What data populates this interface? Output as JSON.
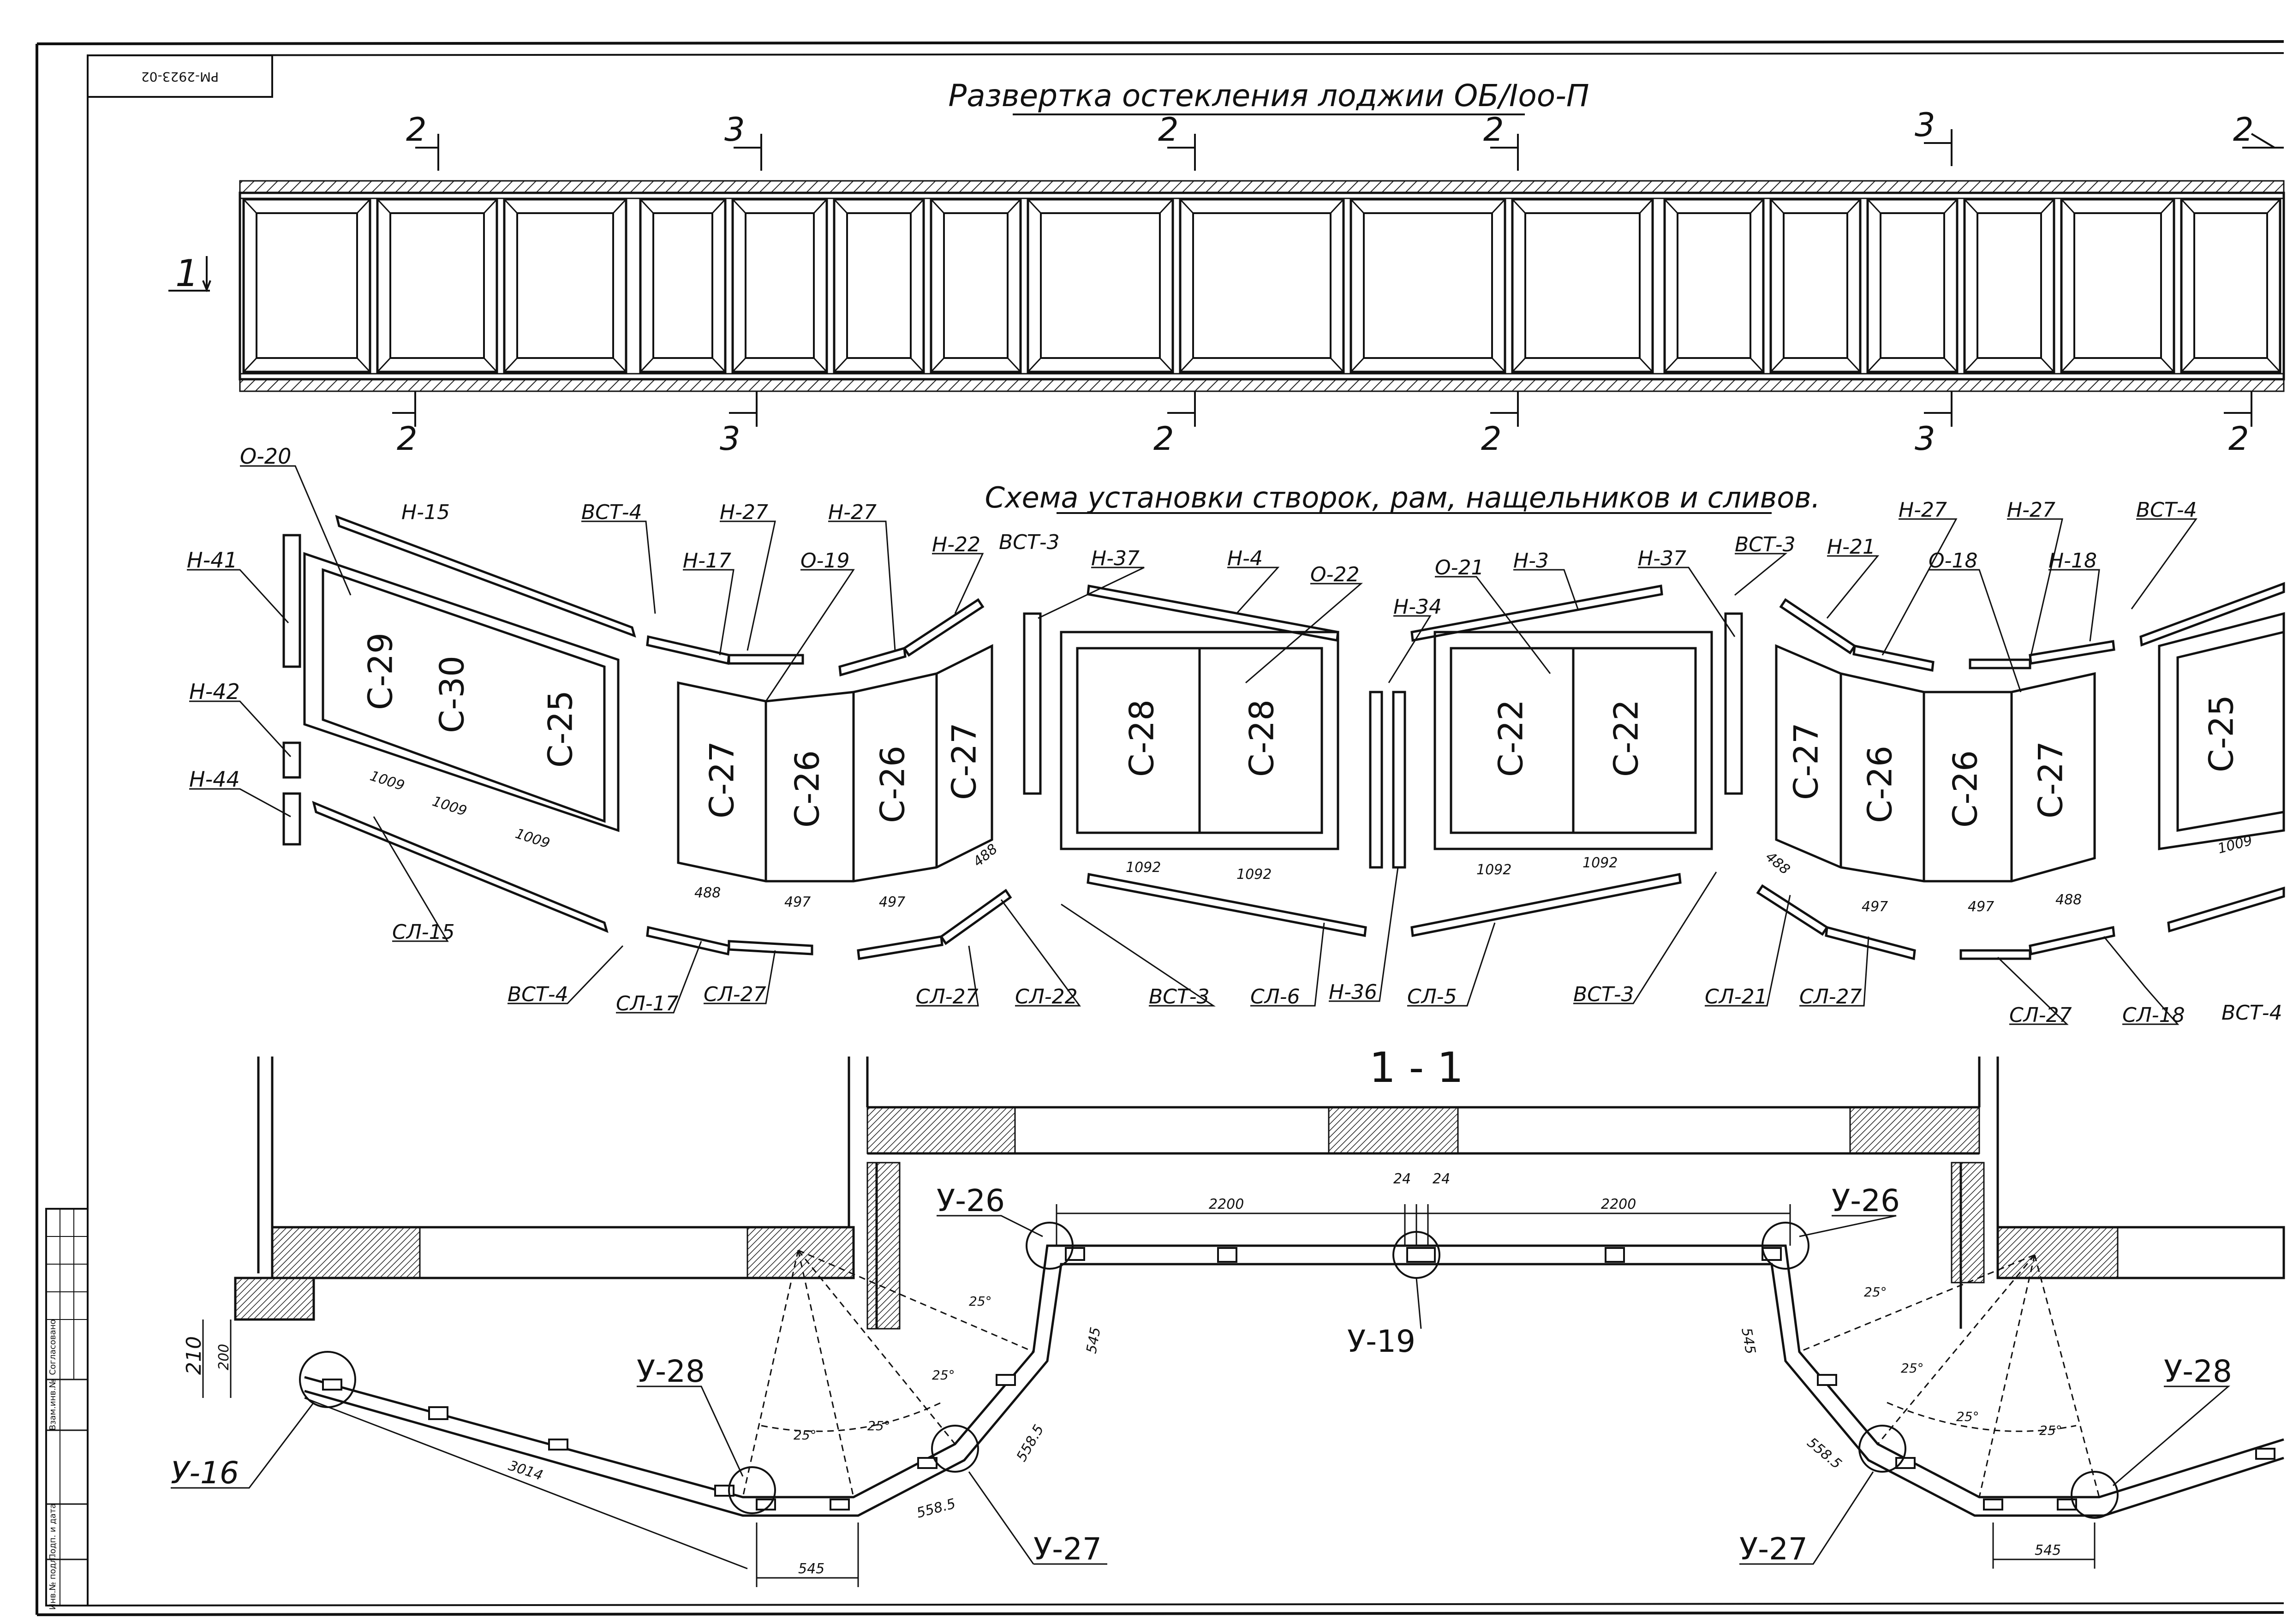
{
  "stamp": "РМ-2923-02",
  "facade": {
    "title": "Развертка остекления лоджии ОБ/Iоо-П",
    "section_main": "1",
    "marks_top": [
      "2",
      "3",
      "2",
      "2",
      "3",
      "2"
    ],
    "marks_bottom": [
      "2",
      "3",
      "2",
      "2",
      "3",
      "2"
    ]
  },
  "scheme": {
    "title": "Схема установки створок, рам, нащельников и сливов.",
    "casements_left": [
      "С-29",
      "С-30",
      "С-25"
    ],
    "casements_mid_left": [
      "С-27",
      "С-26",
      "С-26",
      "С-27"
    ],
    "casements_center_left": [
      "С-28",
      "С-28"
    ],
    "casements_center_right": [
      "С-22",
      "С-22"
    ],
    "casements_mid_right": [
      "С-27",
      "С-26",
      "С-26",
      "С-27"
    ],
    "casements_right": [
      "С-25"
    ],
    "dims_left": [
      "1009",
      "1009",
      "1009"
    ],
    "dims_mid_left": [
      "488",
      "497",
      "497",
      "488"
    ],
    "dims_center_left": [
      "1092",
      "1092"
    ],
    "dims_center_right": [
      "1092",
      "1092"
    ],
    "dims_mid_right": [
      "488",
      "497",
      "497",
      "488"
    ],
    "dim_right": "1009",
    "top_labels": [
      "Н-15",
      "ВСТ-4",
      "Н-27",
      "Н-27",
      "Н-17",
      "О-19",
      "Н-22",
      "ВСТ-3",
      "Н-37",
      "Н-4",
      "О-22",
      "Н-34",
      "О-21",
      "Н-3",
      "Н-37",
      "ВСТ-3",
      "Н-21",
      "Н-27",
      "Н-27",
      "ВСТ-4",
      "О-18",
      "Н-18"
    ],
    "left_labels": [
      "О-20",
      "Н-41",
      "Н-42",
      "Н-44"
    ],
    "bottom_labels": [
      "СЛ-15",
      "ВСТ-4",
      "СЛ-17",
      "СЛ-27",
      "СЛ-27",
      "СЛ-22",
      "ВСТ-3",
      "СЛ-6",
      "Н-36",
      "СЛ-5",
      "ВСТ-3",
      "СЛ-21",
      "СЛ-27",
      "СЛ-27",
      "СЛ-18",
      "ВСТ-4"
    ]
  },
  "section": {
    "title": "1 - 1",
    "nodes": [
      "У-26",
      "У-26",
      "У-19",
      "У-16",
      "У-28",
      "У-28",
      "У-27",
      "У-27"
    ],
    "dims": [
      "2200",
      "2200",
      "24",
      "24",
      "210",
      "200",
      "3014",
      "545",
      "558.5",
      "545",
      "558.5",
      "545",
      "558.5",
      "545"
    ],
    "angles": [
      "25°",
      "25°",
      "25°",
      "25°",
      "25°",
      "25°",
      "25°",
      "25°"
    ]
  },
  "title_block": {
    "fields": [
      "Согласовано",
      "Инв.№ подл.",
      "Подп. и дата",
      "Взам.инв.№"
    ]
  }
}
